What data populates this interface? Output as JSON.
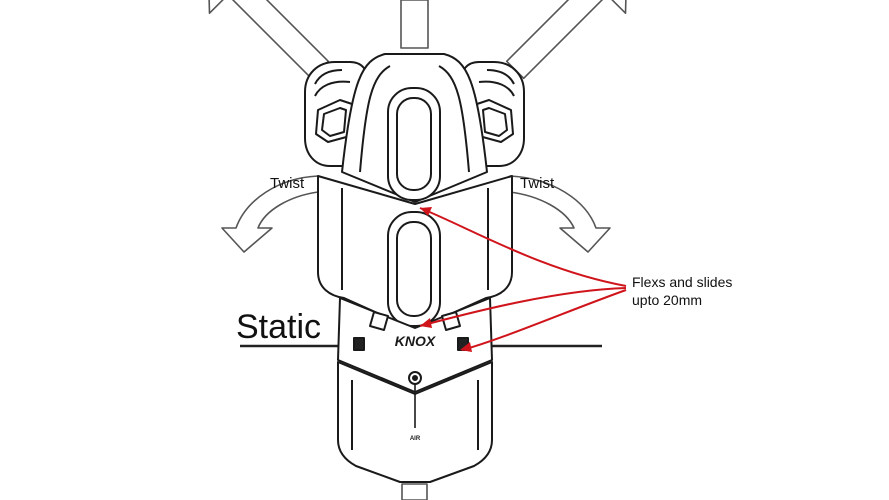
{
  "labels": {
    "twist_left": "Twist",
    "twist_right": "Twist",
    "callout_line1": "Flexs and slides",
    "callout_line2": "upto 20mm",
    "static": "Static",
    "logo": "KNOX",
    "air": "AIR"
  },
  "colors": {
    "outline": "#1a1a1a",
    "callout": "#d0141b",
    "arrow_stroke": "#555555",
    "arrow_fill": "#ffffff"
  }
}
